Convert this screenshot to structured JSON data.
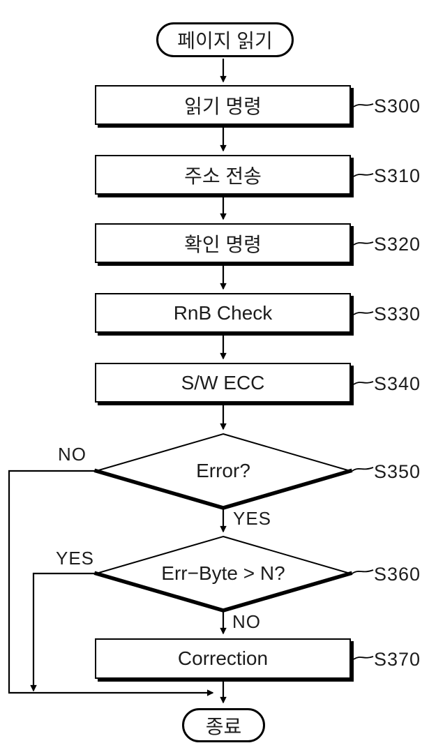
{
  "figure": {
    "kind": "flowchart",
    "colors": {
      "ink": "#000000",
      "paper": "#ffffff"
    },
    "start": {
      "label": "페이지 읽기"
    },
    "end": {
      "label": "종료"
    },
    "steps": [
      {
        "id": "S300",
        "shape": "process",
        "label": "읽기 명령"
      },
      {
        "id": "S310",
        "shape": "process",
        "label": "주소 전송"
      },
      {
        "id": "S320",
        "shape": "process",
        "label": "확인 명령"
      },
      {
        "id": "S330",
        "shape": "process",
        "label": "RnB Check"
      },
      {
        "id": "S340",
        "shape": "process",
        "label": "S/W ECC"
      },
      {
        "id": "S350",
        "shape": "decision",
        "label": "Error?",
        "branch_no": "NO",
        "branch_yes": "YES"
      },
      {
        "id": "S360",
        "shape": "decision",
        "label": "Err−Byte > N?",
        "branch_yes": "YES",
        "branch_no": "NO"
      },
      {
        "id": "S370",
        "shape": "process",
        "label": "Correction"
      }
    ]
  }
}
